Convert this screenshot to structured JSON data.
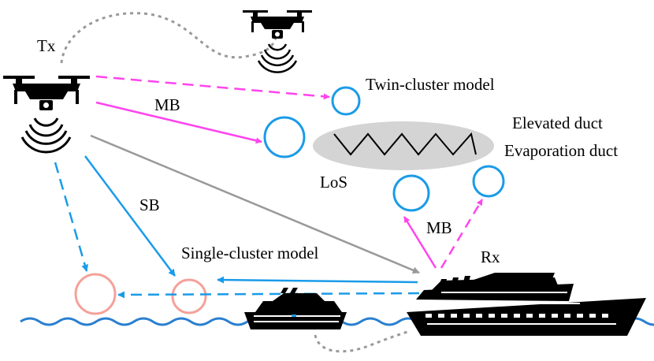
{
  "labels": {
    "tx": "Tx",
    "rx": "Rx",
    "mb_top": "MB",
    "mb_bottom": "MB",
    "sb": "SB",
    "los": "LoS",
    "twin_cluster": "Twin-cluster model",
    "single_cluster": "Single-cluster model",
    "elevated_duct": "Elevated duct",
    "evaporation_duct": "Evaporation duct"
  },
  "colors": {
    "magenta": "#ff44ee",
    "blue": "#1a9be8",
    "gray": "#999999",
    "salmon": "#f4a19a",
    "duct_fill": "#d4d4d4",
    "sea": "#2a7fd0",
    "trajectory": "#9a9a9a"
  },
  "icons": {
    "tx": "drone-icon",
    "relay": "drone-icon",
    "rx": "cruise-ship-icon",
    "small_ship": "ship-icon"
  }
}
